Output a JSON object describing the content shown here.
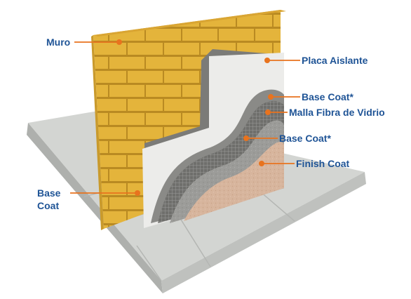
{
  "diagram": {
    "labels": {
      "muro": "Muro",
      "placa_aislante": "Placa Aislante",
      "base_coat_1": "Base Coat*",
      "malla": "Malla Fibra de Vidrio",
      "base_coat_2": "Base Coat*",
      "finish_coat": "Finish Coat",
      "base_coat_left": "Base\nCoat"
    }
  },
  "colors": {
    "label_text": "#1f5496",
    "leader_line": "#e8731e",
    "leader_dot": "#e8731e",
    "brick": "#e4b43b",
    "mortar": "#b98a22",
    "concrete": "#cfd1ce",
    "insulation_board": "#ededeb",
    "base_coat": "#8f8f8c",
    "mesh": "#6c6c69",
    "finish_coat": "#d8b7a0"
  }
}
